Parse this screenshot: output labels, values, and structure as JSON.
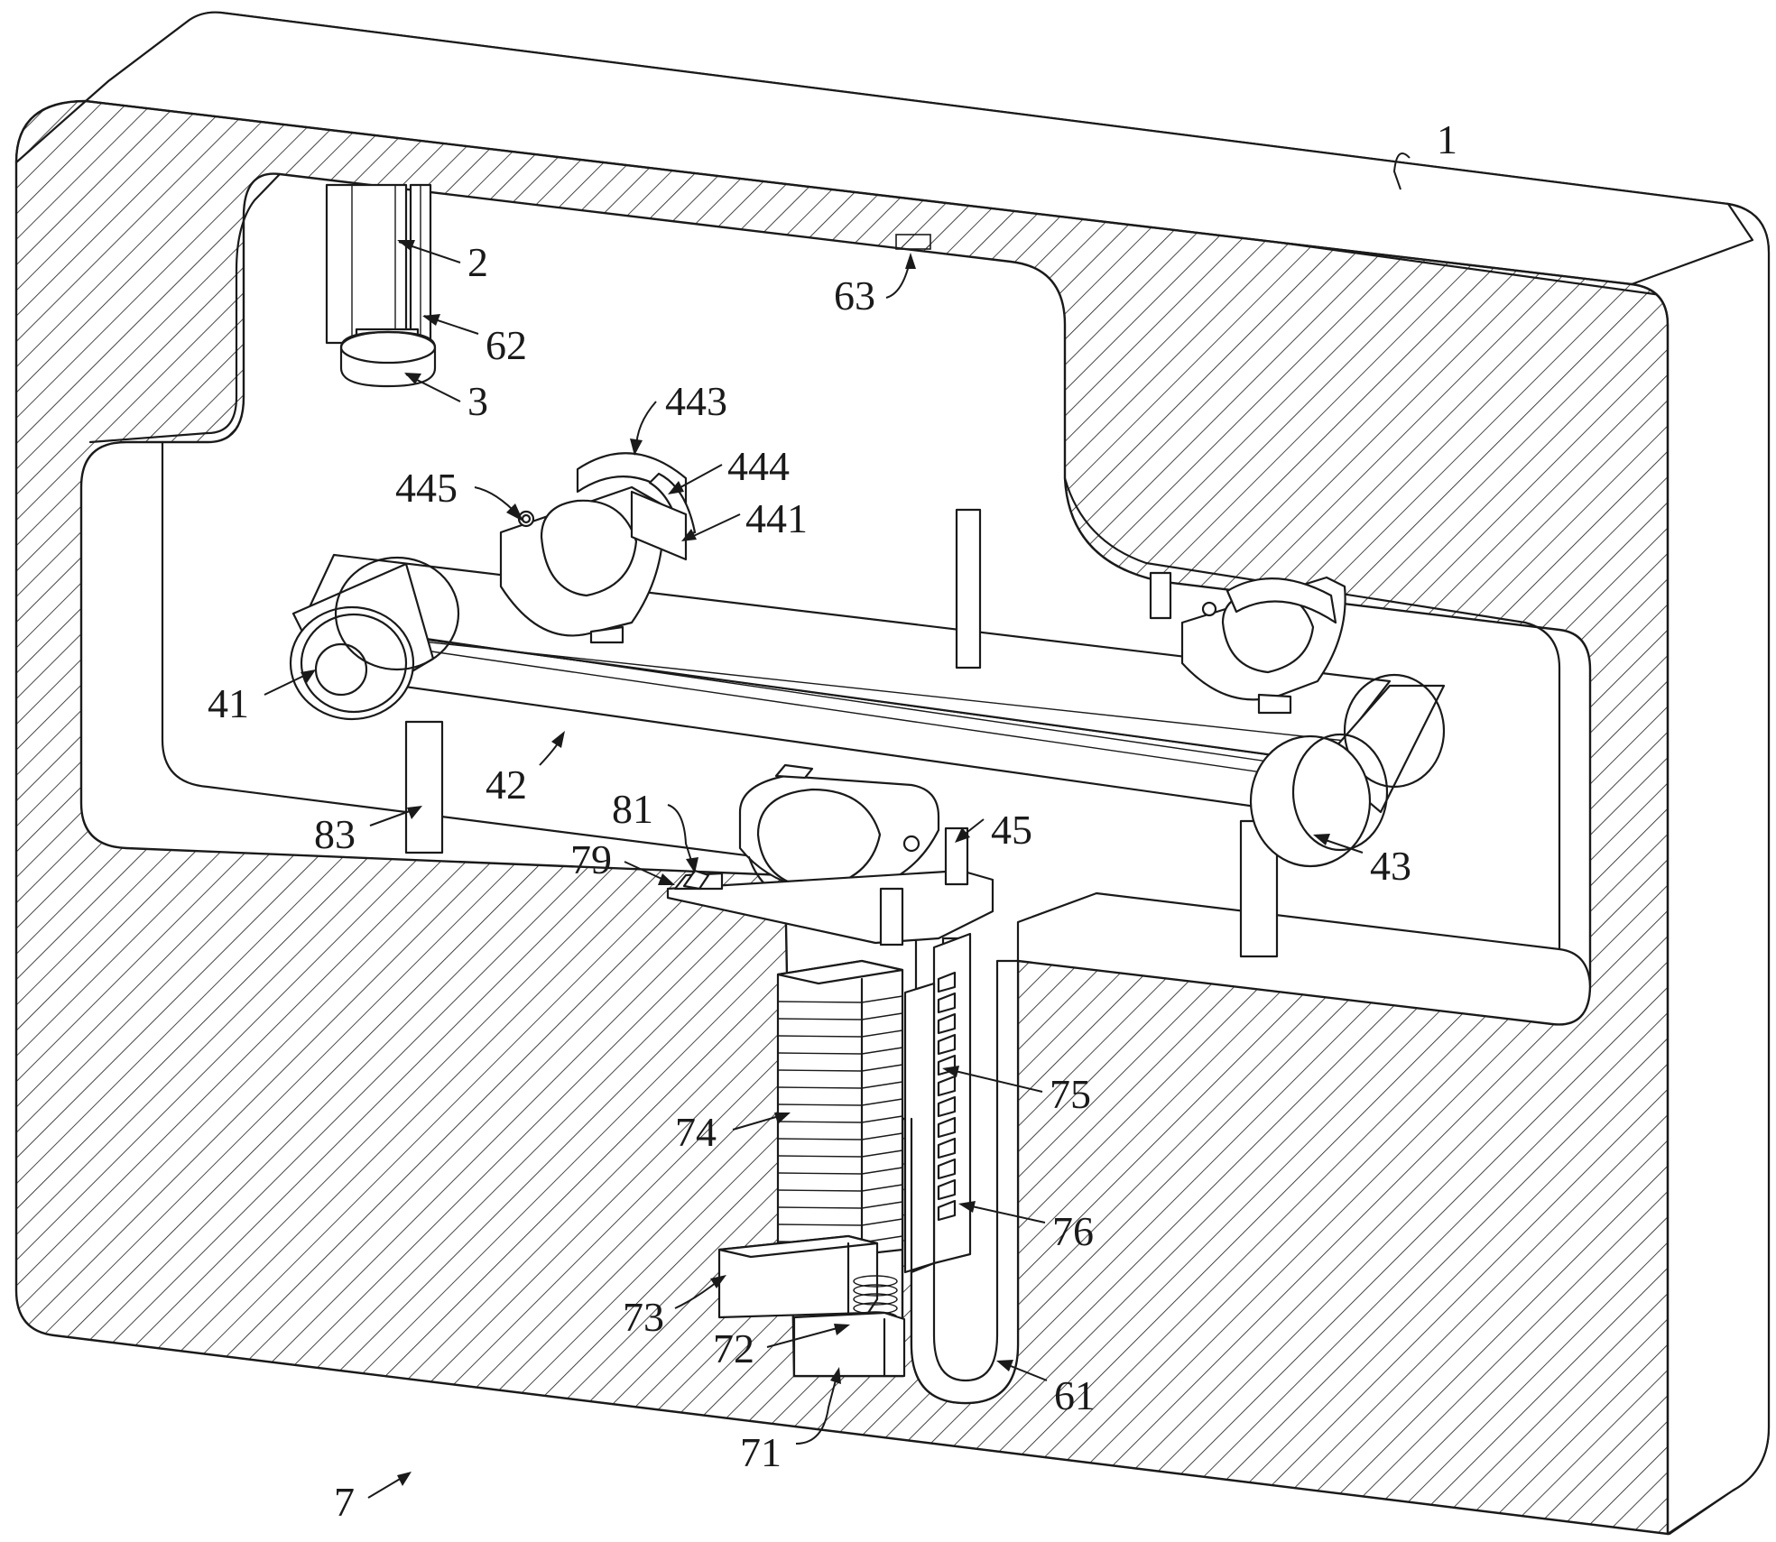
{
  "figure": {
    "labels": [
      {
        "id": "1",
        "text": "1",
        "part": "housing"
      },
      {
        "id": "2",
        "text": "2",
        "part": "vertical-guide-column"
      },
      {
        "id": "62",
        "text": "62",
        "part": "column-rail"
      },
      {
        "id": "3",
        "text": "3",
        "part": "pressing-disc"
      },
      {
        "id": "63",
        "text": "63",
        "part": "top-sensor"
      },
      {
        "id": "443",
        "text": "443",
        "part": "clamp-upper-arc"
      },
      {
        "id": "444",
        "text": "444",
        "part": "clamp-spring-strip"
      },
      {
        "id": "445",
        "text": "445",
        "part": "clamp-pin"
      },
      {
        "id": "441",
        "text": "441",
        "part": "clamp-base-block"
      },
      {
        "id": "41",
        "text": "41",
        "part": "drive-roller"
      },
      {
        "id": "42",
        "text": "42",
        "part": "conveyor-belt"
      },
      {
        "id": "43",
        "text": "43",
        "part": "driven-roller"
      },
      {
        "id": "45",
        "text": "45",
        "part": "stop-post"
      },
      {
        "id": "81",
        "text": "81",
        "part": "push-block"
      },
      {
        "id": "79",
        "text": "79",
        "part": "slide-plate"
      },
      {
        "id": "83",
        "text": "83",
        "part": "support-leg"
      },
      {
        "id": "75",
        "text": "75",
        "part": "rack-teeth"
      },
      {
        "id": "74",
        "text": "74",
        "part": "stacked-plates"
      },
      {
        "id": "76",
        "text": "76",
        "part": "guide-slot"
      },
      {
        "id": "73",
        "text": "73",
        "part": "lifting-block"
      },
      {
        "id": "72",
        "text": "72",
        "part": "spring"
      },
      {
        "id": "71",
        "text": "71",
        "part": "base-seat"
      },
      {
        "id": "61",
        "text": "61",
        "part": "u-channel"
      },
      {
        "id": "7",
        "text": "7",
        "part": "lifting-assembly"
      }
    ]
  }
}
